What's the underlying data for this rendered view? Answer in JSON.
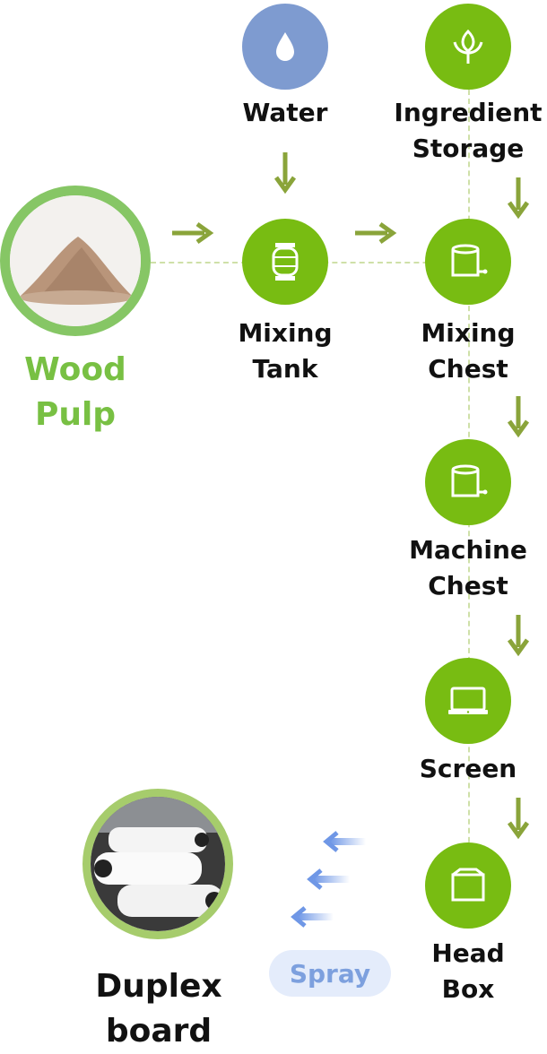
{
  "source": {
    "label": "Wood Pulp",
    "line1": "Wood",
    "line2": "Pulp"
  },
  "nodes": {
    "water": {
      "label": "Water",
      "icon": "water-drop-icon"
    },
    "ingredient_storage": {
      "line1": "Ingredient",
      "line2": "Storage",
      "icon": "leaf-sprout-icon"
    },
    "mixing_tank": {
      "line1": "Mixing",
      "line2": "Tank",
      "icon": "tank-icon"
    },
    "mixing_chest": {
      "line1": "Mixing",
      "line2": "Chest",
      "icon": "chest-cylinder-icon"
    },
    "machine_chest": {
      "line1": "Machine",
      "line2": "Chest",
      "icon": "chest-cylinder-icon"
    },
    "screen": {
      "label": "Screen",
      "icon": "screen-monitor-icon"
    },
    "head_box": {
      "line1": "Head",
      "line2": "Box",
      "icon": "box-icon"
    }
  },
  "spray": {
    "label": "Spray"
  },
  "product": {
    "line1": "Duplex",
    "line2": "board"
  },
  "colors": {
    "node_green": "#78bc12",
    "water_blue": "#7e9bd0",
    "arrow_olive": "#8aa43a",
    "wood_label": "#78c043",
    "spray_blue": "#7da0de"
  }
}
